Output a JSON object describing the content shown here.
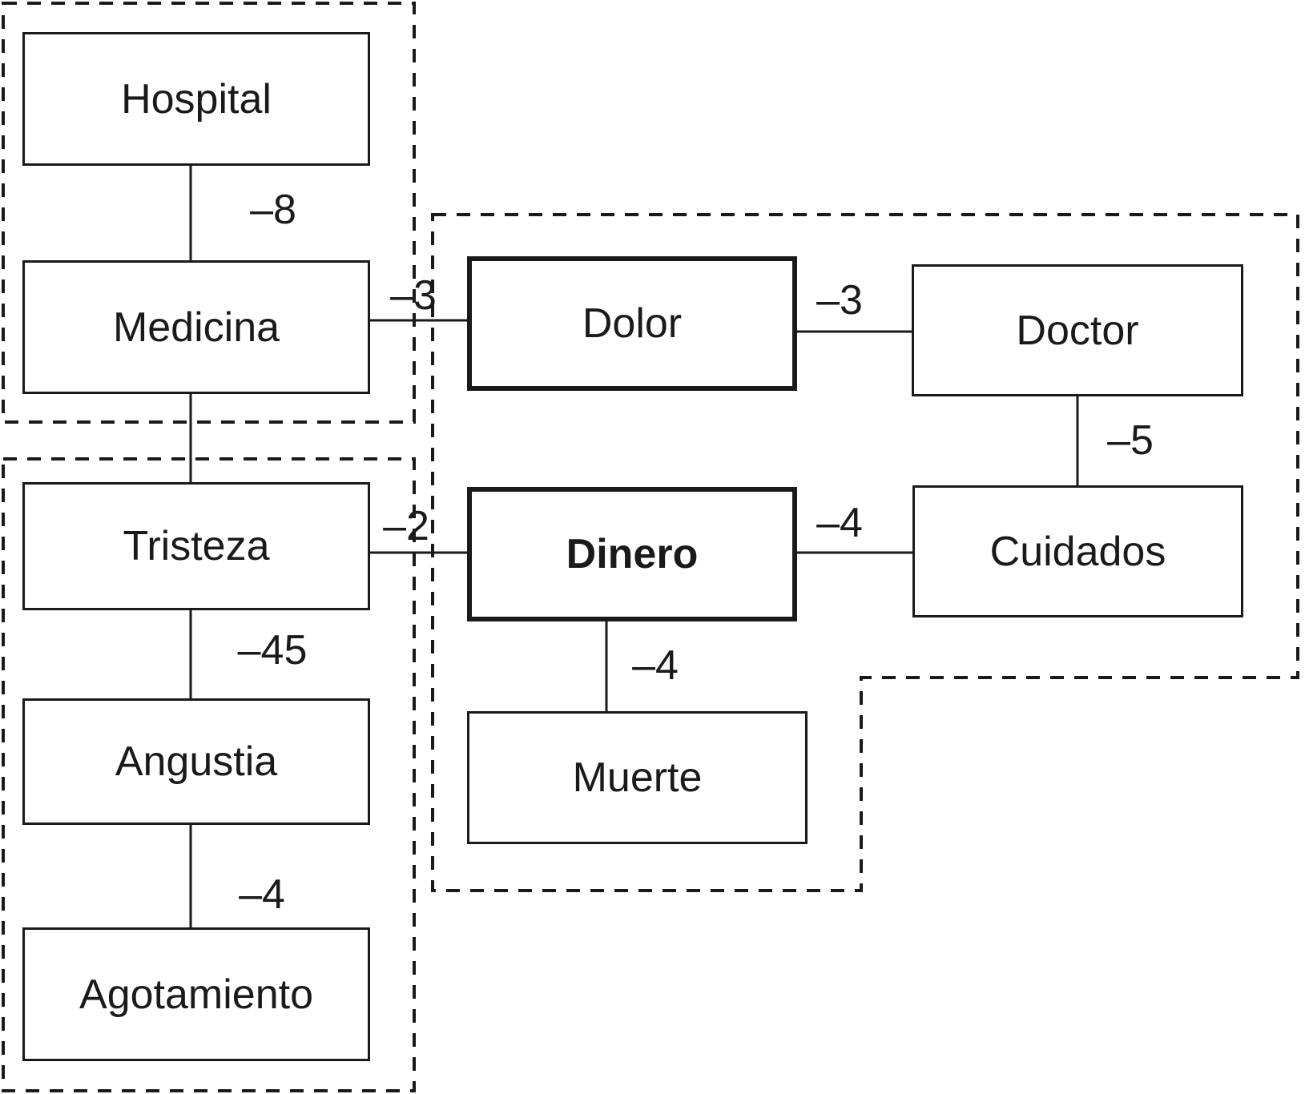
{
  "colors": {
    "ink": "#1a1a1a",
    "background": "#ffffff"
  },
  "diagram": {
    "nodes": [
      {
        "id": "hospital",
        "label": "Hospital"
      },
      {
        "id": "medicina",
        "label": "Medicina"
      },
      {
        "id": "tristeza",
        "label": "Tristeza"
      },
      {
        "id": "angustia",
        "label": "Angustia"
      },
      {
        "id": "agotamiento",
        "label": "Agotamiento"
      },
      {
        "id": "dolor",
        "label": "Dolor"
      },
      {
        "id": "dinero",
        "label": "Dinero"
      },
      {
        "id": "muerte",
        "label": "Muerte"
      },
      {
        "id": "doctor",
        "label": "Doctor"
      },
      {
        "id": "cuidados",
        "label": "Cuidados"
      }
    ],
    "edges": [
      {
        "from": "Hospital",
        "to": "Medicina",
        "weight": "–8"
      },
      {
        "from": "Medicina",
        "to": "Tristeza",
        "weight": ""
      },
      {
        "from": "Medicina",
        "to": "Dolor",
        "weight": "–3"
      },
      {
        "from": "Tristeza",
        "to": "Dinero",
        "weight": "–2"
      },
      {
        "from": "Tristeza",
        "to": "Angustia",
        "weight": "–45"
      },
      {
        "from": "Angustia",
        "to": "Agotamiento",
        "weight": "–4"
      },
      {
        "from": "Dolor",
        "to": "Doctor",
        "weight": "–3"
      },
      {
        "from": "Doctor",
        "to": "Cuidados",
        "weight": "–5"
      },
      {
        "from": "Dinero",
        "to": "Cuidados",
        "weight": "–4"
      },
      {
        "from": "Dinero",
        "to": "Muerte",
        "weight": "–4"
      }
    ]
  }
}
